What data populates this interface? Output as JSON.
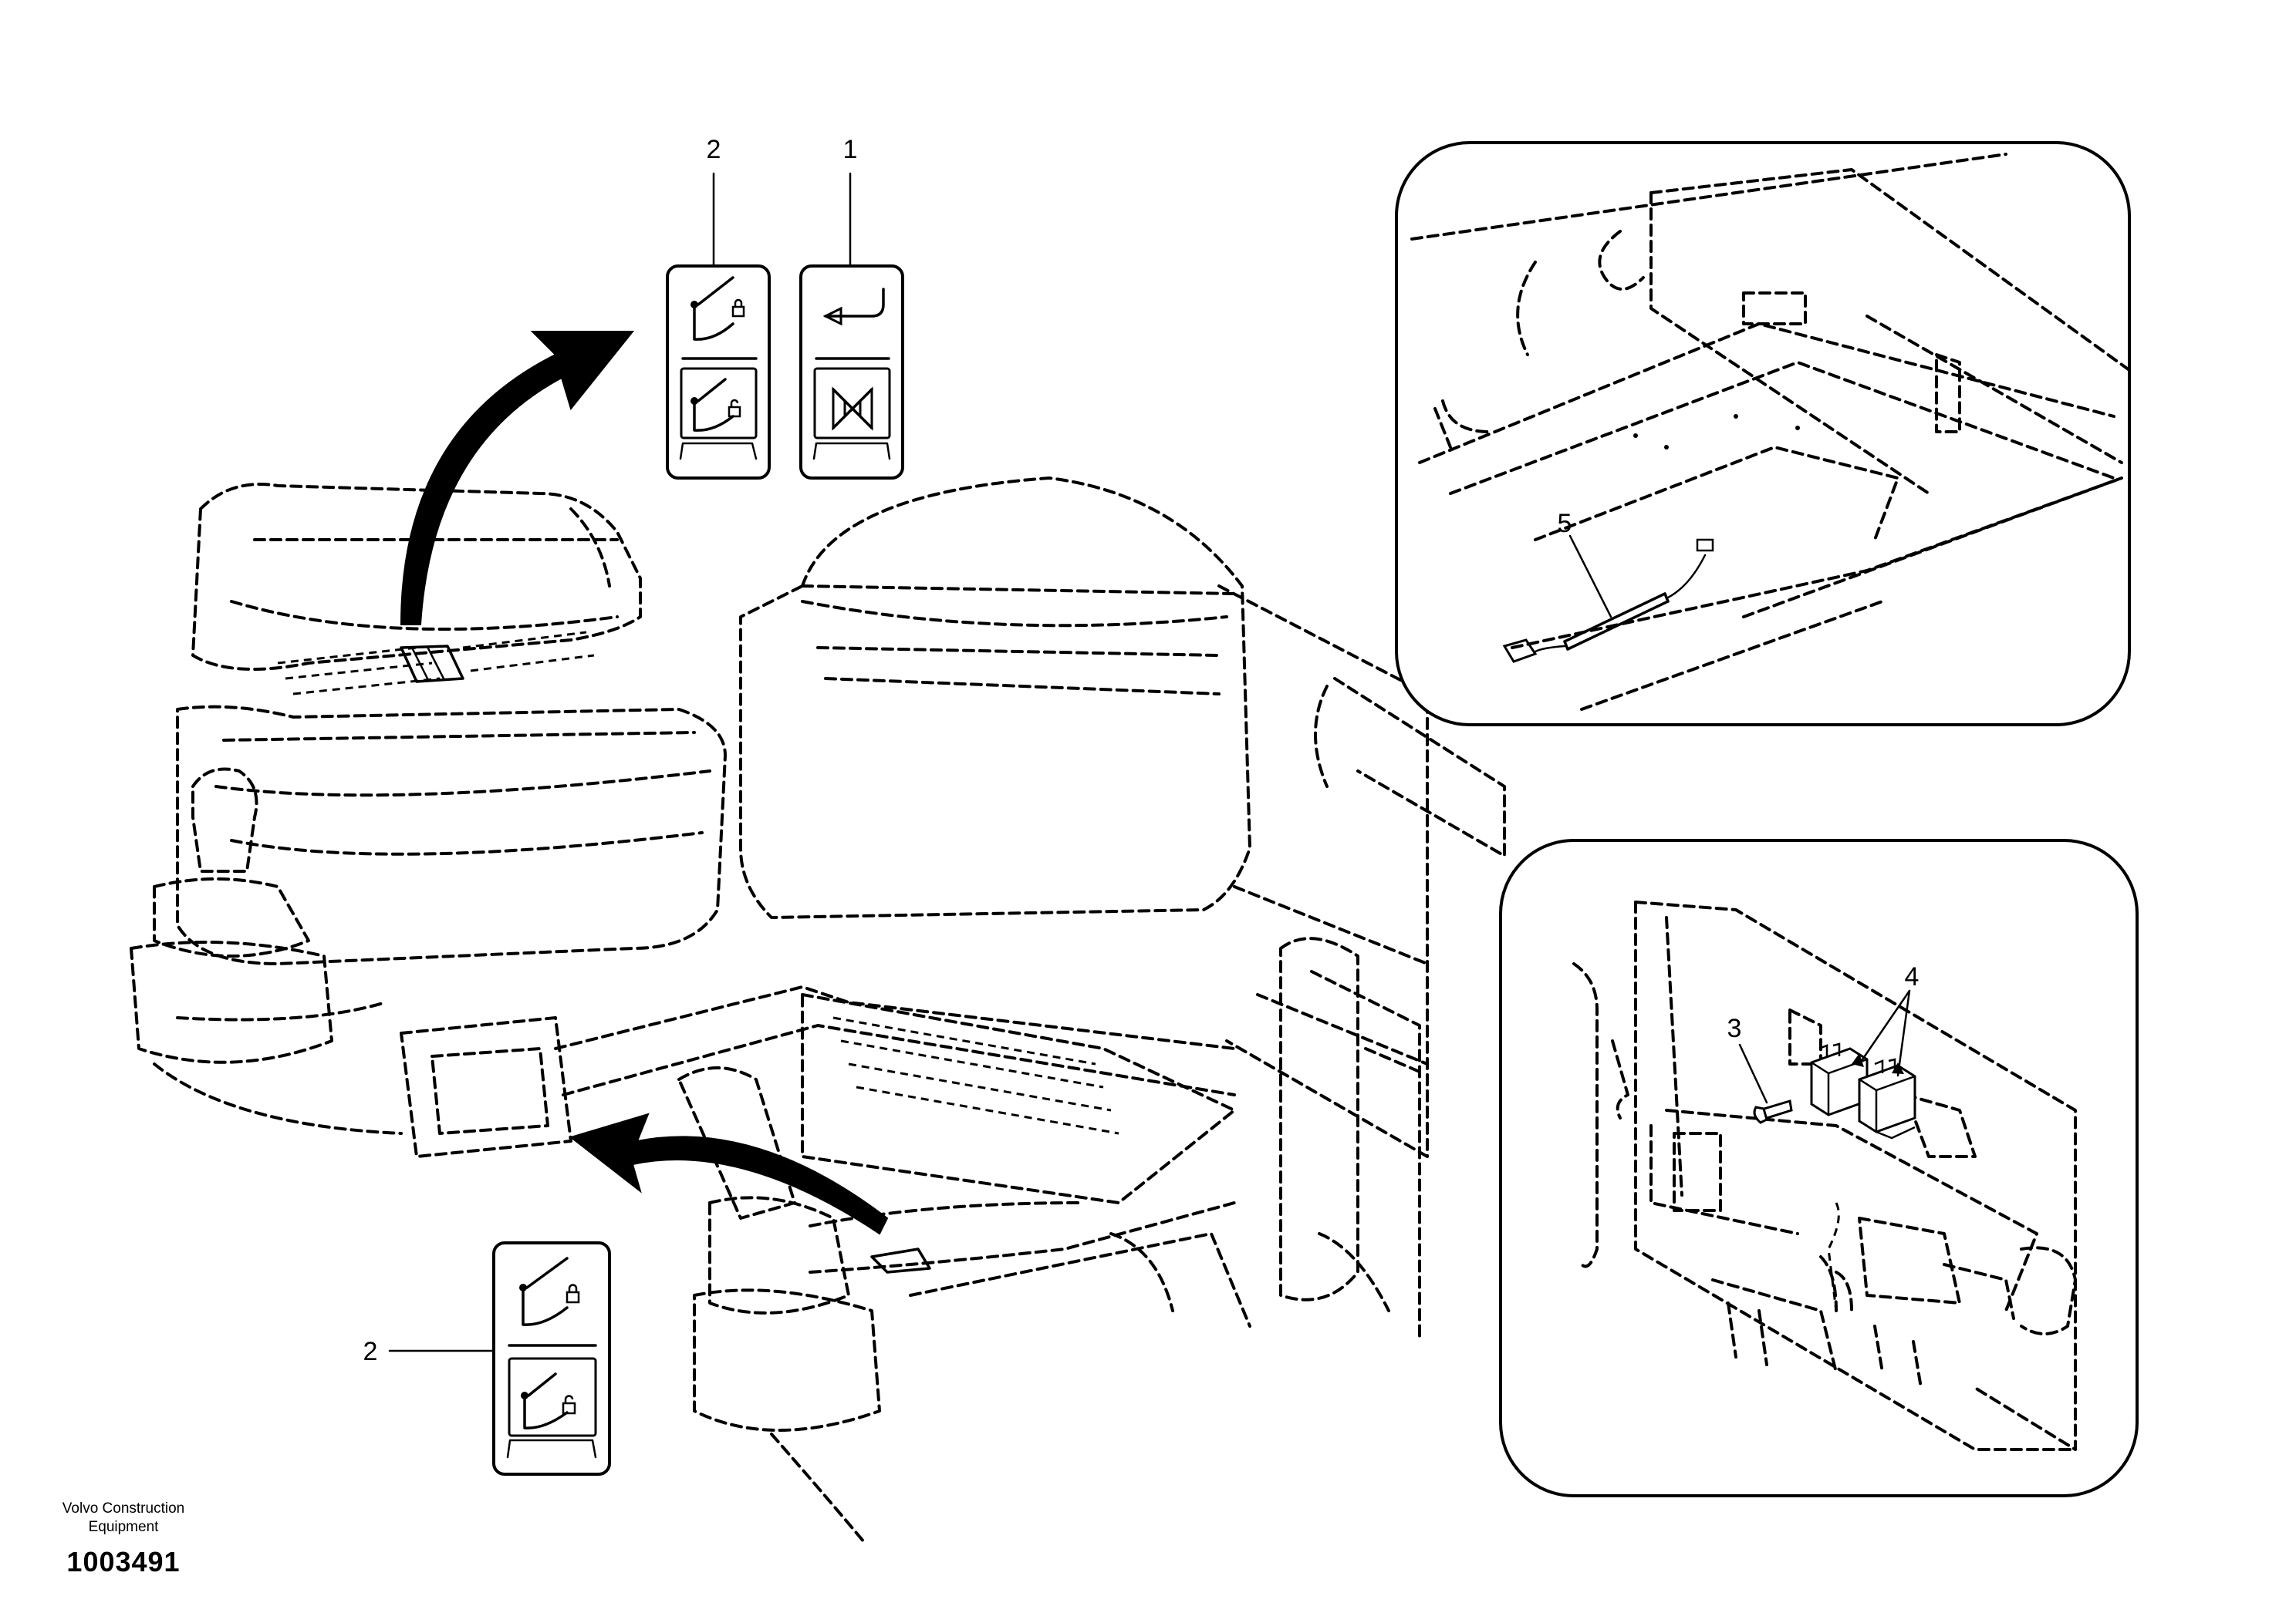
{
  "callouts": {
    "switch_1": "1",
    "switch_2_top": "2",
    "switch_2_bottom": "2",
    "bolt_3": "3",
    "relay_4": "4",
    "harness_5": "5"
  },
  "footer": {
    "company_line1": "Volvo Construction",
    "company_line2": "Equipment",
    "drawing_number": "1003491"
  },
  "icons": {
    "switch_1_upper": "return-arrow-icon",
    "switch_1_lower": "buzzer-stop-icon",
    "switch_2_upper": "quick-coupler-lock-icon",
    "switch_2_lower": "quick-coupler-unlock-icon"
  }
}
